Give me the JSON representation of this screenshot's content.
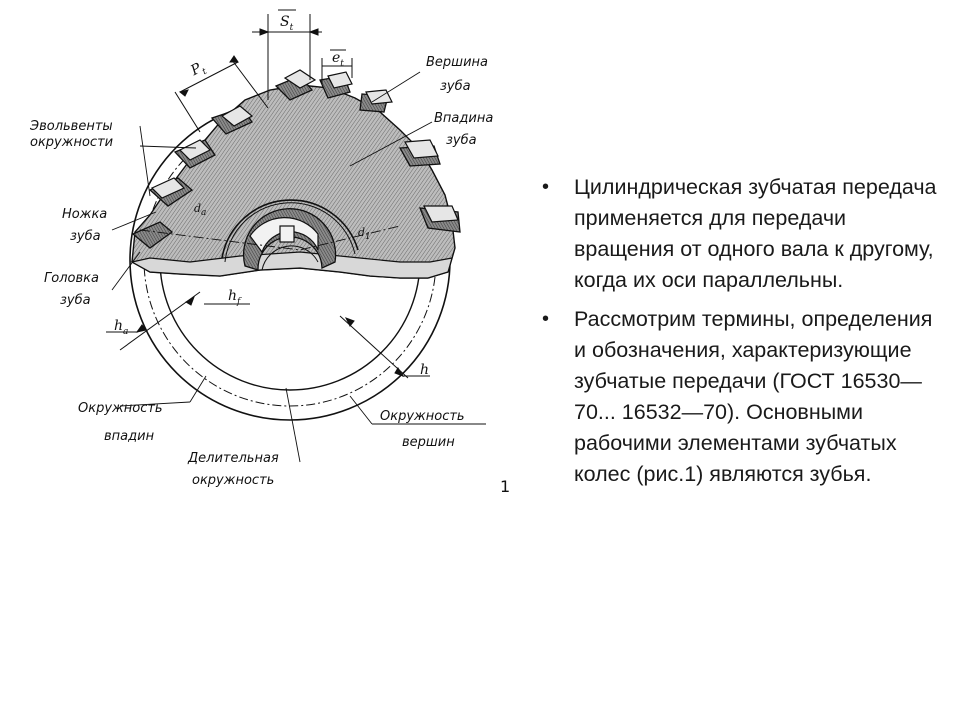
{
  "figure": {
    "labels": {
      "involutes": [
        "Эвольвенты",
        "окружности"
      ],
      "tooth_root": [
        "Ножка",
        "зуба"
      ],
      "tooth_head": [
        "Головка",
        "зуба"
      ],
      "tooth_tip": [
        "Вершина",
        "зуба"
      ],
      "tooth_space": [
        "Впадина",
        "зуба"
      ],
      "root_circle": [
        "Окружность",
        "впадин"
      ],
      "pitch_circle": [
        "Делительная",
        "окружность"
      ],
      "tip_circle": [
        "Окружность",
        "вершин"
      ]
    },
    "symbols": {
      "pitch": "P",
      "pitch_sub": "t",
      "thickness": "S",
      "thickness_sub": "t",
      "space": "e",
      "space_sub": "t",
      "root_height": "h",
      "root_height_sub": "f",
      "head_height": "h",
      "head_height_sub": "a",
      "full_height": "h",
      "da": "d",
      "da_sub": "a",
      "d1": "d",
      "d1_sub": "1"
    },
    "figure_number": "1"
  },
  "bullets": [
    "Цилиндрическая зубчатая передача применяется для передачи вращения от одного вала к другому, когда их оси параллельны.",
    "Рассмотрим термины, определения и обозначения, характеризующие зубчатые передачи (ГОСТ 16530—70... 16532—70). Основными рабочими элементами зубчатых колес (рис.1) являются зубья."
  ],
  "bullet_glyph": "•"
}
